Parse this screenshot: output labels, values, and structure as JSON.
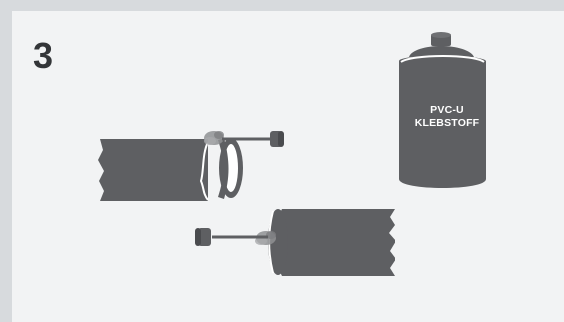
{
  "step": {
    "number": "3"
  },
  "can": {
    "label_line1": "PVC-U",
    "label_line2": "KLEBSTOFF"
  },
  "colors": {
    "background": "#d7dadd",
    "panel": "#f2f3f4",
    "pipe": "#5e5f62",
    "text_dark": "#333538",
    "label_text": "#ffffff"
  }
}
